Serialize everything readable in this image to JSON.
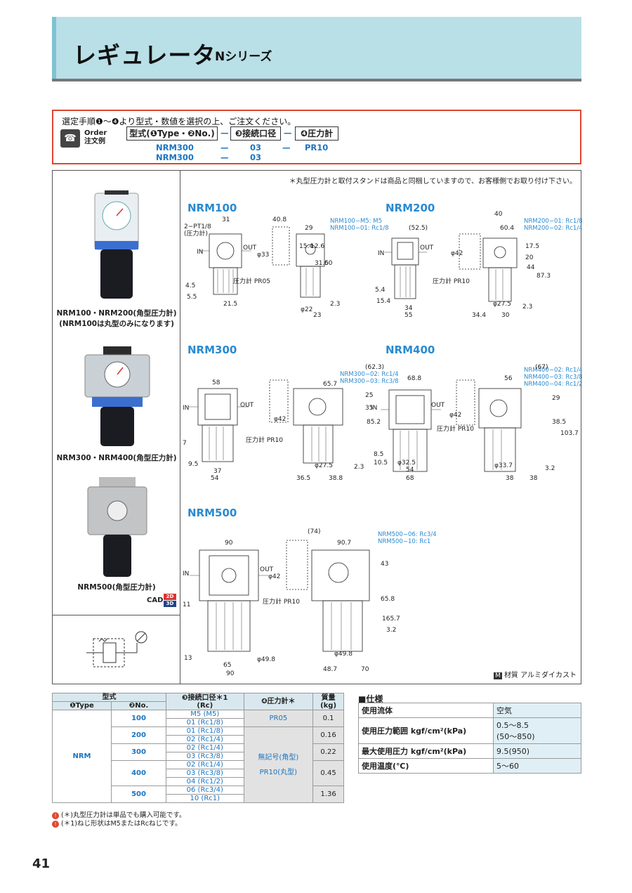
{
  "header": {
    "title": "レギュレータ",
    "series": "Nシリーズ"
  },
  "order": {
    "instruction": "選定手順❶〜❹より型式・数値を選択の上、ご注文ください。",
    "label_line1": "Order",
    "label_line2": "注文例",
    "hdr_model": "型式(❶Type・❷No.)",
    "hdr_port": "❸接続口径",
    "hdr_gauge": "❹圧力計",
    "dash": "—",
    "ex1": {
      "model": "NRM300",
      "port": "03",
      "gauge": "PR10"
    },
    "ex2": {
      "model": "NRM300",
      "port": "03"
    }
  },
  "notes": {
    "top": "＊丸型圧力計と取付スタンドは商品と同梱していますので、お客様側でお取り付け下さい。",
    "material_tag": "M",
    "material": "材質 アルミダイカスト",
    "cad": "CAD",
    "cad_2d": "2D",
    "cad_3d": "3D"
  },
  "captions": {
    "c1_line1": "NRM100・NRM200(角型圧力計)",
    "c1_line2": "(NRM100は丸型のみになります)",
    "c2": "NRM300・NRM400(角型圧力計)",
    "c3": "NRM500(角型圧力計)"
  },
  "drawings": {
    "nrm100": {
      "title": "NRM100",
      "port_label_1": "NRM100−M5: M5",
      "port_label_2": "NRM100−01: Rc1/8",
      "gauge_label": "圧力計 PR05",
      "pt_label_1": "2−PT1/8",
      "pt_label_2": "(圧力計)",
      "dims": [
        "31",
        "40.8",
        "29",
        "φ33",
        "15.4",
        "12.6",
        "31.5",
        "60",
        "4.5",
        "5.5",
        "21.5",
        "φ22",
        "23",
        "2.3"
      ]
    },
    "nrm200": {
      "title": "NRM200",
      "port_label_1": "NRM200−01: Rc1/8",
      "port_label_2": "NRM200−02: Rc1/4",
      "gauge_label": "圧力計 PR10",
      "dims": [
        "(52.5)",
        "40",
        "60.4",
        "φ42",
        "17.5",
        "20",
        "44",
        "87.3",
        "5.4",
        "15.4",
        "34",
        "55",
        "φ27.5",
        "34.4",
        "30",
        "2.3"
      ]
    },
    "nrm300": {
      "title": "NRM300",
      "port_label_1": "NRM300−02: Rc1/4",
      "port_label_2": "NRM300−03: Rc3/8",
      "gauge_label": "圧力計 PR10",
      "dims": [
        "(62.3)",
        "58",
        "65.7",
        "φ42",
        "25",
        "35",
        "85.2",
        "7",
        "9.5",
        "37",
        "54",
        "φ27.5",
        "36.5",
        "38.8",
        "2.3"
      ]
    },
    "nrm400": {
      "title": "NRM400",
      "port_label_1": "NRM400−02: Rc1/4",
      "port_label_2": "NRM400−03: Rc3/8",
      "port_label_3": "NRM400−04: Rc1/2",
      "gauge_label": "圧力計 PR10",
      "dims": [
        "(67)",
        "68.8",
        "56",
        "φ42",
        "29",
        "38.5",
        "103.7",
        "8.5",
        "10.5",
        "φ32.5",
        "54",
        "68",
        "φ33.7",
        "38",
        "38",
        "3.2"
      ]
    },
    "nrm500": {
      "title": "NRM500",
      "port_label_1": "NRM500−06: Rc3/4",
      "port_label_2": "NRM500−10: Rc1",
      "gauge_label": "圧力計 PR10",
      "dims": [
        "(74)",
        "90",
        "90.7",
        "φ42",
        "43",
        "65.8",
        "165.7",
        "11",
        "3.2",
        "13",
        "65",
        "90",
        "φ49.8",
        "φ49.8",
        "48.7",
        "70"
      ]
    },
    "in": "IN",
    "out": "OUT"
  },
  "model_table": {
    "h_model": "型式",
    "h_type": "❶Type",
    "h_no": "❷No.",
    "h_port": "❸接続口径＊1",
    "h_port2": "(Rc)",
    "h_gauge": "❹圧力計＊",
    "h_mass": "質量",
    "h_mass2": "(kg)",
    "type": "NRM",
    "rows": [
      {
        "no": "100",
        "ports": [
          "M5 (M5)",
          "01 (Rc1/8)"
        ],
        "mass": "0.1"
      },
      {
        "no": "200",
        "ports": [
          "01 (Rc1/8)",
          "02 (Rc1/4)"
        ],
        "mass": "0.16"
      },
      {
        "no": "300",
        "ports": [
          "02 (Rc1/4)",
          "03 (Rc3/8)"
        ],
        "mass": "0.22"
      },
      {
        "no": "400",
        "ports": [
          "02 (Rc1/4)",
          "03 (Rc3/8)",
          "04 (Rc1/2)"
        ],
        "mass": "0.45"
      },
      {
        "no": "500",
        "ports": [
          "06 (Rc3/4)",
          "10 (Rc1)"
        ],
        "mass": "1.36"
      }
    ],
    "gauge_1": "PR05",
    "gauge_2": "無記号(角型)",
    "gauge_3": "PR10(丸型)"
  },
  "spec": {
    "title": "■仕様",
    "rows": [
      {
        "k": "使用流体",
        "v": "空気"
      },
      {
        "k": "使用圧力範囲 kgf/cm²(kPa)",
        "v": "0.5〜8.5",
        "v2": "(50〜850)"
      },
      {
        "k": "最大使用圧力 kgf/cm²(kPa)",
        "v": "9.5(950)"
      },
      {
        "k": "使用温度(℃)",
        "v": "5〜60"
      }
    ]
  },
  "footnotes": {
    "f1": "(＊)丸型圧力計は単品でも購入可能です。",
    "f2": "(＊1)ねじ形状はM5またはRcねじです。"
  },
  "page_number": "41"
}
